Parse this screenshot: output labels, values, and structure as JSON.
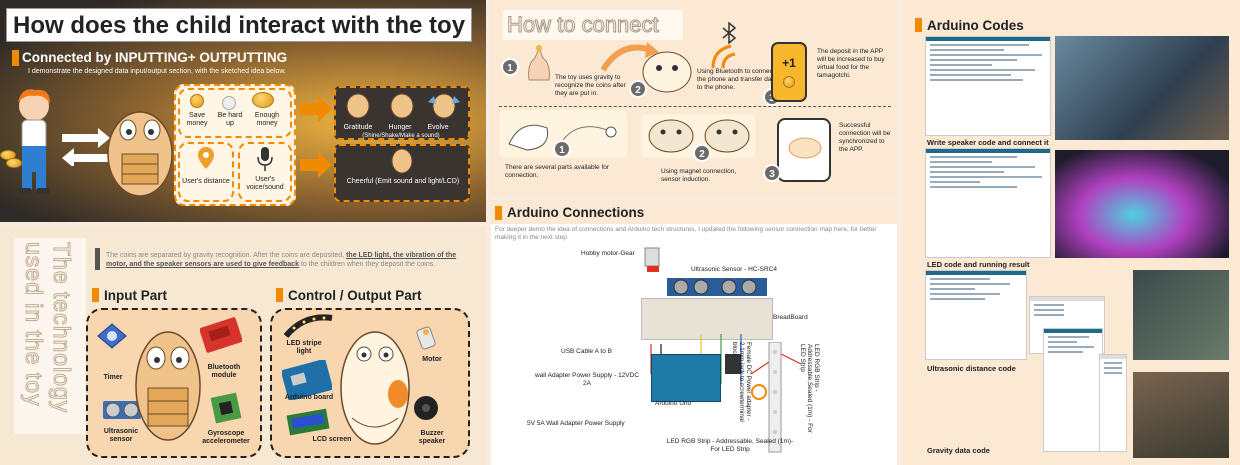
{
  "p1": {
    "title": "How does the child interact with the toy",
    "subtitle": "Connected by INPUTTING+ OUTPUTTING",
    "desc": "I demonstrate the designed data input/output section, with the sketched idea below.",
    "inputs": {
      "save": "Save money",
      "hard": "Be hard up",
      "enough": "Enough money",
      "distance": "User's distance",
      "voice": "User's voice/sound"
    },
    "outputs": {
      "gratitude": "Gratitude",
      "hunger": "Hunger",
      "evolve": "Evolve",
      "shine": "(Shine/Shake/Make a sound)",
      "cheerful": "Cheerful  (Emit sound and light/LCD)"
    }
  },
  "p2": {
    "vertical_a": "The technology",
    "vertical_b": "used in the toy",
    "para_a": "The coins are separated by gravity recognition. After the coins are deposited, ",
    "para_b": "the LED light, the vibration of the motor, and the speaker sensors are used to give feedback",
    "para_c": " to the children when they deposit the coins.",
    "input_title": "Input Part",
    "output_title": "Control / Output Part",
    "input_items": {
      "timer": "Timer",
      "bluetooth": "Bluetooth module",
      "ultrasonic": "Ultrasonic sensor",
      "gyro": "Gyroscope accelerometer"
    },
    "output_items": {
      "led": "LED stripe light",
      "arduino": "Arduino board",
      "lcd": "LCD screen",
      "motor": "Motor",
      "buzzer": "Buzzer speaker"
    }
  },
  "p3": {
    "title": "How to connect",
    "step1": "The toy uses gravity to recognize the coins after they are put in.",
    "step2": "Using Bluetooth to connect to the phone and transfer data to the phone.",
    "step3": "The deposit in the APP will be increased to buy virtual food for the tamagotchi.",
    "plus_one": "+1",
    "step1b": "There are several parts available for connection.",
    "step2b": "Using magnet connection, sensor induction.",
    "step3b": "Successful connection will be synchronized to the APP.",
    "nums": [
      "1",
      "2",
      "3"
    ]
  },
  "p4": {
    "title": "Arduino Connections",
    "desc": "For deeper demo the idea of connections and Arduino tech structures, I updated the following sensor connection map here, for better making it in the next step.",
    "labels": {
      "motor": "Hobby motor-Gear",
      "ultrasonic": "Ultrasonic Sensor - HC-SRC4",
      "breadboard": "BreadBoard",
      "usb": "USB Cable A to B",
      "wall12": "wall Adapter Power Supply - 12VDC 2A",
      "uno": "Arduino Uno",
      "wall5": "5V 5A Wall Adapter Power Supply",
      "led_bottom": "LED RGB Strip - Addressable, Sealed (1m)-For LED Strip",
      "jack": "Female DC Power adapter - 2.1mm jack to screwterminal block",
      "led_vertical": "LED RGB Strip - Addressable,Sealed (1m) - For LED Strip"
    }
  },
  "p5": {
    "title": "Arduino Codes",
    "cap1": "Write speaker code and connect it",
    "cap2": "LED code and running result",
    "cap3": "Ultrasonic distance code",
    "cap4": "Gravity data code"
  },
  "colors": {
    "accent": "#f08a00",
    "dark": "#3a3431"
  }
}
